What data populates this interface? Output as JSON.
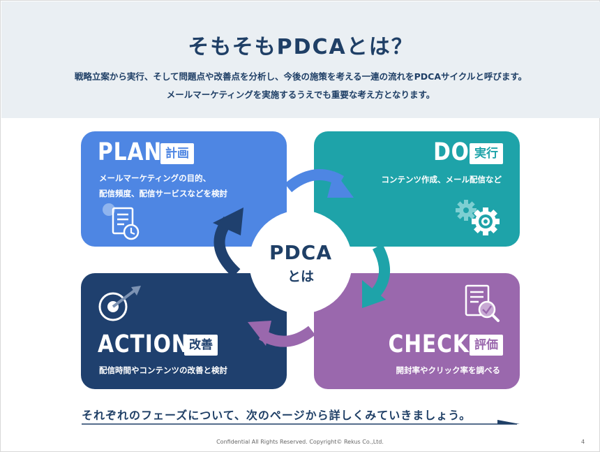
{
  "header": {
    "title": "そもそもPDCAとは？",
    "subtitle_line1": "戦略立案から実行、そして問題点や改善点を分析し、今後の施策を考える一連の流れをPDCAサイクルと呼びます。",
    "subtitle_line2": "メールマーケティングを実施するうえでも重要な考え方となります。"
  },
  "cards": {
    "plan": {
      "word": "PLAN",
      "badge": "計画",
      "desc1": "メールマーケティングの目的、",
      "desc2": "配信頻度、配信サービスなどを検討",
      "color": "#4e86e3",
      "icon": "document-clock-icon"
    },
    "do": {
      "word": "DO",
      "badge": "実行",
      "desc1": "コンテンツ作成、メール配信など",
      "color": "#1ea3a9",
      "icon": "gears-icon"
    },
    "check": {
      "word": "CHECK",
      "badge": "評価",
      "desc1": "開封率やクリック率を調べる",
      "color": "#9a68ad",
      "icon": "document-magnifier-icon"
    },
    "action": {
      "word": "ACTION",
      "badge": "改善",
      "desc1": "配信時間やコンテンツの改善と検討",
      "color": "#1f406e",
      "icon": "target-icon"
    }
  },
  "center": {
    "main": "PDCA",
    "sub": "とは"
  },
  "bottom": {
    "text": "それぞれのフェーズについて、次のページから詳しくみていきましょう。"
  },
  "footer": {
    "text": "Confidential All Rights Reserved. Copyright© Rekus Co.,Ltd.",
    "page": "4"
  }
}
